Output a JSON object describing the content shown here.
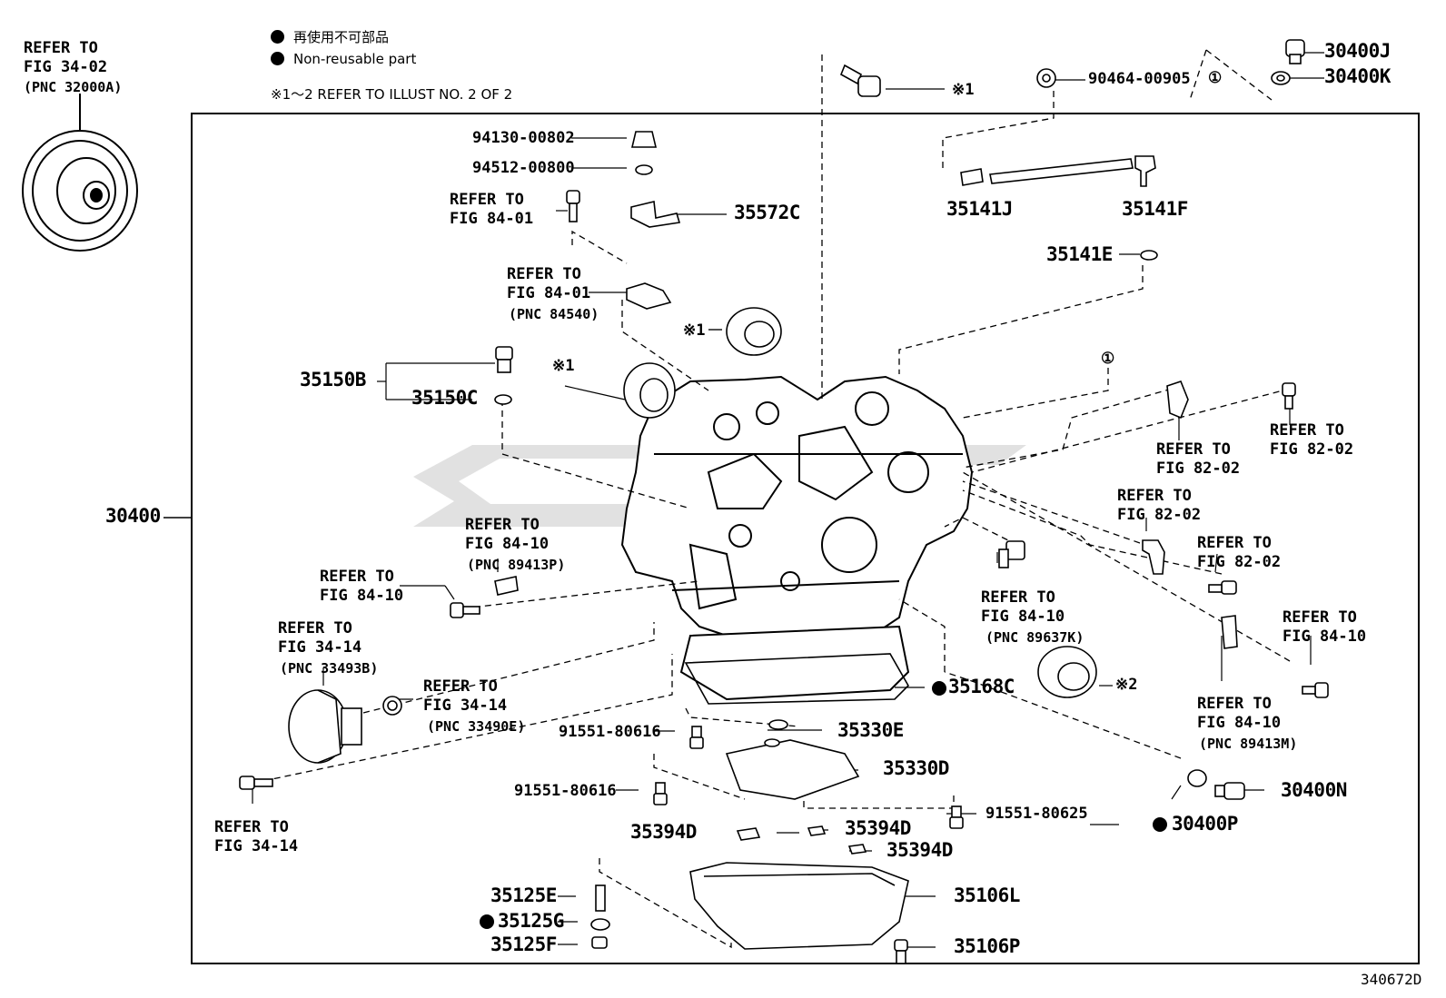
{
  "legend": {
    "jp": "再使用不可部品",
    "en": "Non-reusable part",
    "note": "※1～2 REFER TO ILLUST NO. 2 OF 2"
  },
  "diagram_id": "340672D",
  "labels": {
    "torque_ref1": "REFER TO",
    "torque_ref2": "FIG 34-02",
    "torque_ref3": "(PNC 32000A)",
    "p30400": "30400",
    "p30400J": "30400J",
    "p30400K": "30400K",
    "p90464": "90464-00905",
    "circle1_top": "①",
    "circle1_mid": "①",
    "x1_top": "※1",
    "x1_a": "※1",
    "x1_b": "※1",
    "x2": "※2",
    "p94130": "94130-00802",
    "p94512": "94512-00800",
    "p35572C": "35572C",
    "p35141J": "35141J",
    "p35141F": "35141F",
    "p35141E": "35141E",
    "p35150B": "35150B",
    "p35150C": "35150C",
    "ref_fig8401_a1": "REFER TO",
    "ref_fig8401_a2": "FIG 84-01",
    "ref_fig8401_b1": "REFER TO",
    "ref_fig8401_b2": "FIG 84-01",
    "ref_fig8401_b3": "(PNC 84540)",
    "ref_fig8410_a1": "REFER TO",
    "ref_fig8410_a2": "FIG 84-10",
    "ref_fig8410_a3": "(PNC 89413P)",
    "ref_fig8410_b1": "REFER TO",
    "ref_fig8410_b2": "FIG 84-10",
    "ref_fig3414_a1": "REFER TO",
    "ref_fig3414_a2": "FIG 34-14",
    "ref_fig3414_a3": "(PNC 33493B)",
    "ref_fig3414_b1": "REFER TO",
    "ref_fig3414_b2": "FIG 34-14",
    "ref_fig3414_b3": "(PNC 33490E)",
    "ref_fig3414_c1": "REFER TO",
    "ref_fig3414_c2": "FIG 34-14",
    "ref_fig8202_a1": "REFER TO",
    "ref_fig8202_a2": "FIG 82-02",
    "ref_fig8202_b1": "REFER TO",
    "ref_fig8202_b2": "FIG 82-02",
    "ref_fig8202_c1": "REFER TO",
    "ref_fig8202_c2": "FIG 82-02",
    "ref_fig8202_d1": "REFER TO",
    "ref_fig8202_d2": "FIG 82-02",
    "ref_fig8410_c1": "REFER TO",
    "ref_fig8410_c2": "FIG 84-10",
    "ref_fig8410_c3": "(PNC 89637K)",
    "ref_fig8410_d1": "REFER TO",
    "ref_fig8410_d2": "FIG 84-10",
    "ref_fig8410_e1": "REFER TO",
    "ref_fig8410_e2": "FIG 84-10",
    "ref_fig8410_e3": "(PNC 89413M)",
    "p35168C": "35168C",
    "p35330E": "35330E",
    "p35330D": "35330D",
    "p91551_a": "91551-80616",
    "p91551_b": "91551-80616",
    "p91551_c": "91551-80625",
    "p35394D_a": "35394D",
    "p35394D_b": "35394D",
    "p35394D_c": "35394D",
    "p30400N": "30400N",
    "p30400P": "30400P",
    "p35125E": "35125E",
    "p35125G": "35125G",
    "p35125F": "35125F",
    "p35106L": "35106L",
    "p35106P": "35106P"
  }
}
